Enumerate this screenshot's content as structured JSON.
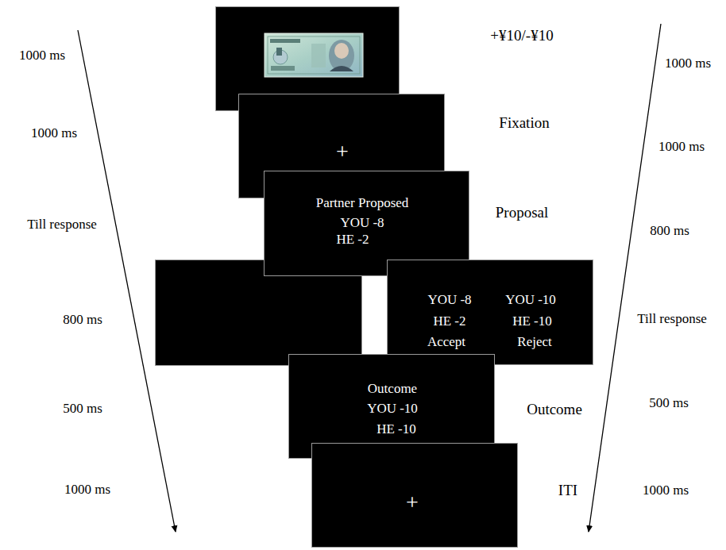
{
  "diagram": {
    "nodes": [
      {
        "text": [
          "+"
        ]
      },
      {
        "text": [
          "Partner Proposed",
          "YOU -8",
          "HE -2"
        ]
      },
      {
        "text": [
          "YOU -8",
          "YOU -10",
          "HE -2",
          "HE -10",
          "Accept",
          "Reject"
        ]
      },
      {
        "text": [
          "Outcome",
          "YOU -10",
          "HE -10"
        ]
      },
      {
        "text": [
          "+"
        ]
      }
    ],
    "labels": [
      "1000 ms",
      "1000 ms",
      "Till response",
      "800 ms",
      "500 ms",
      "1000 ms",
      "+¥10/-¥10",
      "Fixation",
      "Proposal",
      "Outcome",
      "ITI",
      "1000 ms",
      "1000 ms",
      "800 ms",
      "Till response",
      "500 ms",
      "1000 ms"
    ]
  }
}
